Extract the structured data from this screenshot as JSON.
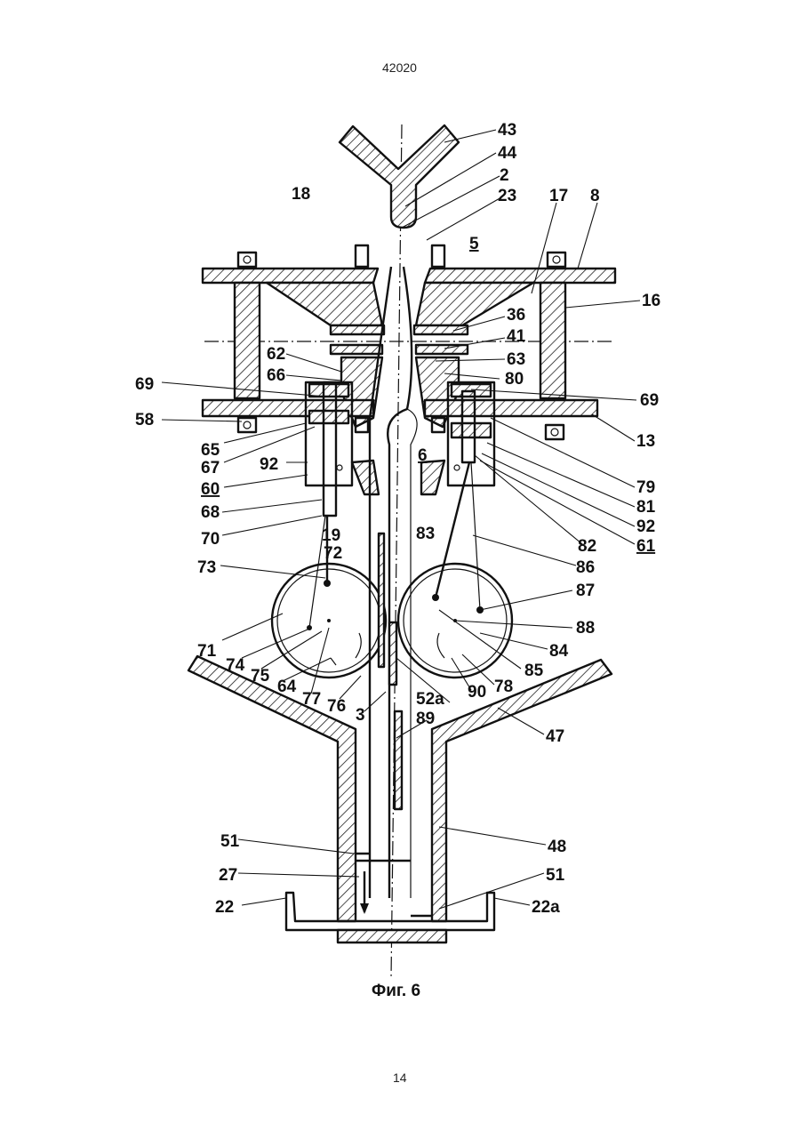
{
  "header": {
    "doc_number": "42020"
  },
  "caption": "Фиг. 6",
  "footer": {
    "page_number": "14"
  },
  "labels": {
    "l43": "43",
    "l44": "44",
    "l2": "2",
    "l23": "23",
    "l18": "18",
    "l17": "17",
    "l8": "8",
    "l5": "5",
    "l16": "16",
    "l36": "36",
    "l41": "41",
    "l62": "62",
    "l66": "66",
    "l63": "63",
    "l80": "80",
    "l69a": "69",
    "l69b": "69",
    "l58": "58",
    "l13": "13",
    "l65": "65",
    "l67": "67",
    "l92a": "92",
    "l6": "6",
    "l60": "60",
    "l79": "79",
    "l81": "81",
    "l92b": "92",
    "l68": "68",
    "l61": "61",
    "l82": "82",
    "l70": "70",
    "l19": "19",
    "l83": "83",
    "l86": "86",
    "l72": "72",
    "l73": "73",
    "l87": "87",
    "l88": "88",
    "l71": "71",
    "l84": "84",
    "l74": "74",
    "l85": "85",
    "l75": "75",
    "l64": "64",
    "l78": "78",
    "l90": "90",
    "l77": "77",
    "l76": "76",
    "l3": "3",
    "l52a": "52a",
    "l89": "89",
    "l47": "47",
    "l51a": "51",
    "l48": "48",
    "l27": "27",
    "l51b": "51",
    "l22": "22",
    "l22a": "22a"
  }
}
